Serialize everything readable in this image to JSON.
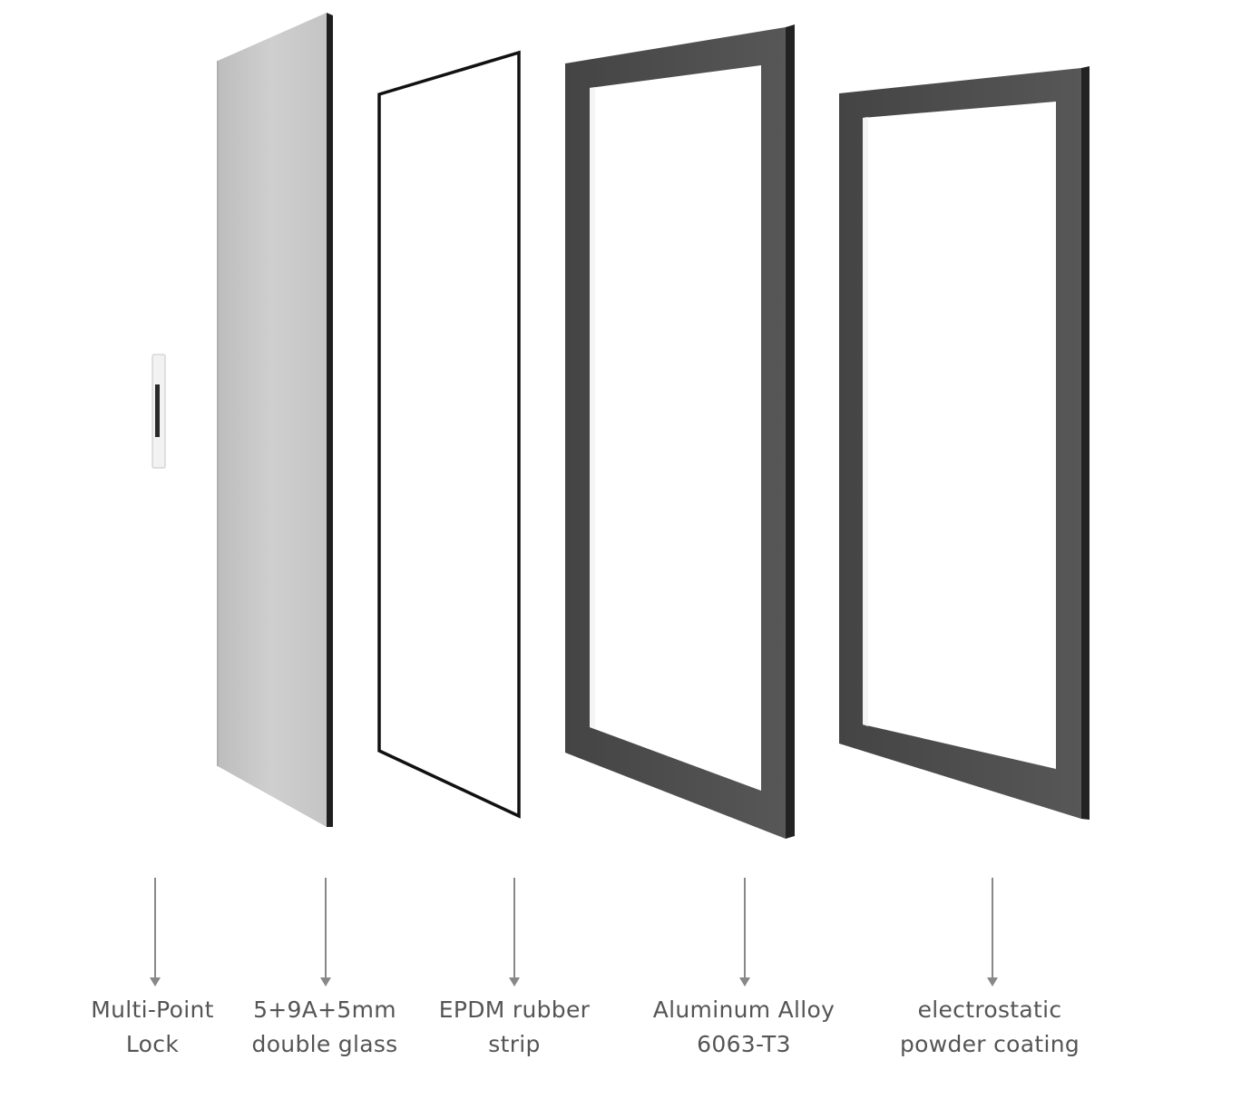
{
  "components": [
    {
      "id": "lock",
      "line1": "Multi-Point",
      "line2": "Lock"
    },
    {
      "id": "glass",
      "line1": "5+9A+5mm",
      "line2": "double glass"
    },
    {
      "id": "rubber",
      "line1": "EPDM rubber",
      "line2": "strip"
    },
    {
      "id": "alloy",
      "line1": "Aluminum Alloy",
      "line2": "6063-T3"
    },
    {
      "id": "coating",
      "line1": "electrostatic",
      "line2": "powder coating"
    }
  ],
  "colors": {
    "glass_fill": "#c8c8c8",
    "frame": "#4a4a4a",
    "arrow": "#888888",
    "text": "#555555"
  }
}
